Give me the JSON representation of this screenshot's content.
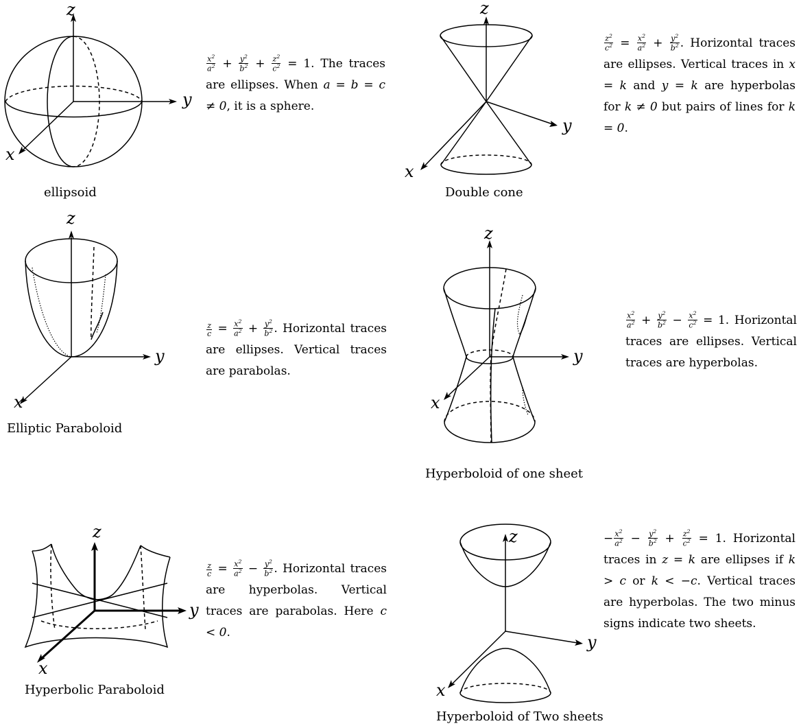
{
  "axis_labels": {
    "x": "x",
    "y": "y",
    "z": "z"
  },
  "figures": {
    "ellipsoid": {
      "caption": "ellipsoid",
      "text_tail": " = 1. The traces are ellipses. When ",
      "text_cond": "a = b = c ≠ 0",
      "text_end": ", it is a sphere."
    },
    "double_cone": {
      "caption": "Double cone",
      "text_a": ". Horizontal traces are ellipses. Vertical traces in ",
      "text_b": " x = k ",
      "text_c": "and",
      "text_d": " y = k ",
      "text_e": "are hyperbolas for",
      "text_f": " k ≠ 0 ",
      "text_g": "but pairs of lines for",
      "text_h": " k = 0",
      "text_i": "."
    },
    "elliptic_paraboloid": {
      "caption": "Elliptic Paraboloid",
      "text": ". Horizontal traces are ellipses. Vertical traces are parabolas."
    },
    "hyperboloid_one": {
      "caption": "Hyperboloid of one sheet",
      "text": " = 1. Horizontal traces are ellipses. Vertical traces are hyperbolas."
    },
    "hyperbolic_paraboloid": {
      "caption": "Hyperbolic Paraboloid",
      "text_a": ". Horizontal traces are hyperbolas. Vertical traces are parabolas. Here ",
      "text_b": "c < 0",
      "text_c": "."
    },
    "hyperboloid_two": {
      "caption": "Hyperboloid of Two sheets",
      "text_a": " = 1. Horizontal traces in ",
      "text_b": "z = k",
      "text_c": " are ellipses if ",
      "text_d": "k > c",
      "text_e": " or ",
      "text_f": "k < −c",
      "text_g": ". Vertical traces are hyperbolas. The two minus signs indicate two sheets."
    }
  }
}
